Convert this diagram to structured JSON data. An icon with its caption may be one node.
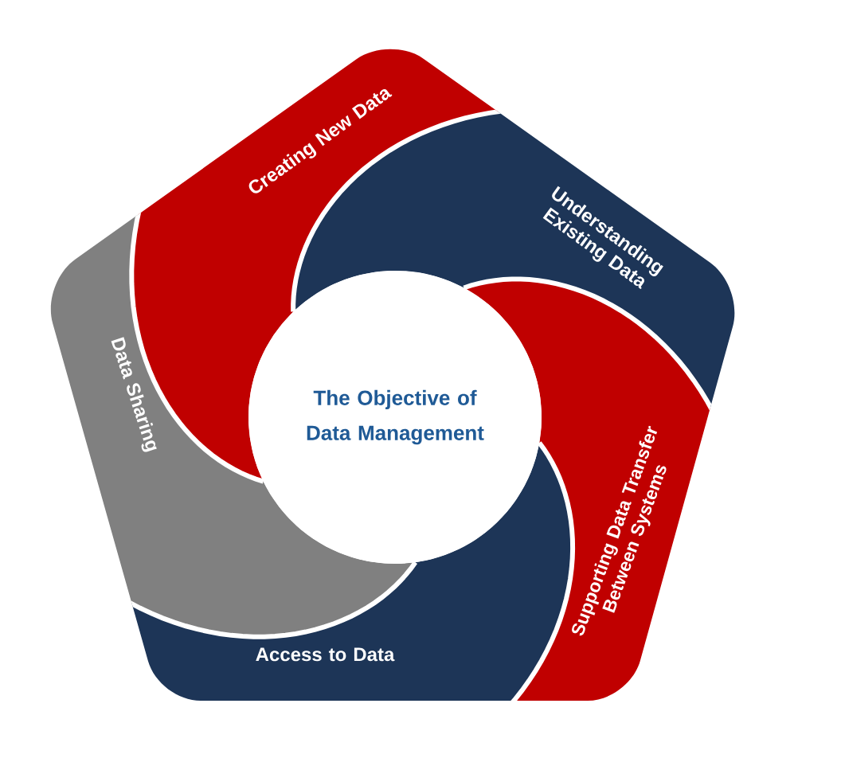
{
  "diagram": {
    "nodes": [
      {
        "text": [
          "The Objective of Data Management"
        ]
      },
      {
        "text": [
          "Creating New Data"
        ]
      },
      {
        "text": [
          "Understanding Existing Data"
        ]
      },
      {
        "text": [
          "Supporting Data Transfer Between Systems"
        ]
      },
      {
        "text": [
          "Access to Data"
        ]
      },
      {
        "text": [
          "Data Sharing"
        ]
      }
    ]
  }
}
